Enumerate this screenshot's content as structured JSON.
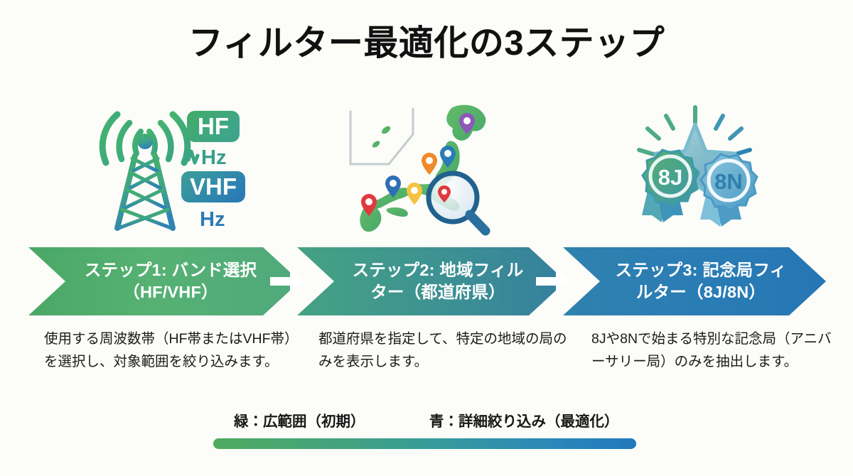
{
  "page": {
    "title": "フィルター最適化の3ステップ",
    "background_color": "#fcfcf8"
  },
  "colors": {
    "step1_green": "#4aa866",
    "step2_teal": "#3d9193",
    "step3_blue": "#2a7cb5",
    "title_text": "#111111",
    "body_text": "#1b1b1b"
  },
  "icons": {
    "step1": {
      "name": "radio-tower-icon",
      "badges": [
        {
          "label": "HF",
          "style": "filled-green"
        },
        {
          "label": "Hz",
          "style": "plain-green"
        },
        {
          "label": "VHF",
          "style": "filled-blue"
        },
        {
          "label": "Hz",
          "style": "plain-blue"
        }
      ]
    },
    "step2": {
      "name": "japan-map-magnifier-icon",
      "pin_colors": [
        "#8e58b8",
        "#2a7cb5",
        "#f08a2a",
        "#2f6fb5",
        "#f5c244",
        "#e0393e",
        "#e0393e"
      ]
    },
    "step3": {
      "name": "award-ribbons-icon",
      "ribbons": [
        {
          "label": "8J",
          "style": "green"
        },
        {
          "label": "8N",
          "style": "blue"
        }
      ]
    }
  },
  "steps": [
    {
      "id": "step1",
      "banner": "ステップ1: バンド選択\n（HF/VHF）",
      "banner_line1": "ステップ1: バンド選択",
      "banner_line2": "（HF/VHF）",
      "description": "使用する周波数帯（HF帯またはVHF帯）を選択し、対象範囲を絞り込みます。"
    },
    {
      "id": "step2",
      "banner": "ステップ2: 地域フィルター（都道府県）",
      "banner_line1": "ステップ2: 地域フィル",
      "banner_line2": "ター（都道府県）",
      "description": "都道府県を指定して、特定の地域の局のみを表示します。"
    },
    {
      "id": "step3",
      "banner": "ステップ3: 記念局フィルター（8J/8N）",
      "banner_line1": "ステップ3: 記念局フィ",
      "banner_line2": "ルター（8J/8N）",
      "description": "8Jや8Nで始まる特別な記念局（アニバーサリー局）のみを抽出します。"
    }
  ],
  "legend": {
    "left_label": "緑：広範囲（初期）",
    "right_label": "青：詳細絞り込み（最適化）",
    "gradient_from": "#4eab5f",
    "gradient_to": "#2178bb"
  }
}
